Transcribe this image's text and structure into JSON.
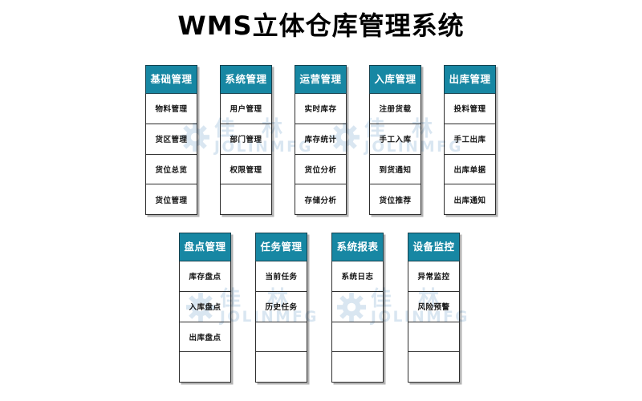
{
  "title": "WMS立体仓库管理系统",
  "watermark": {
    "cn_chars": [
      "佳",
      "林"
    ],
    "en": "JOLINMFG"
  },
  "colors": {
    "header_bg": "#1787a3",
    "header_text": "#ffffff",
    "cell_bg": "#ffffff",
    "cell_text": "#141414",
    "border": "#2e2e2e",
    "shadow": "#b3b3b3",
    "watermark": "#d9e6f1",
    "title_text": "#000000"
  },
  "rows": [
    {
      "groups": [
        {
          "header": "基础管理",
          "cells": [
            "物料管理",
            "货区管理",
            "货位总览",
            "货位管理"
          ]
        },
        {
          "header": "系统管理",
          "cells": [
            "用户管理",
            "部门管理",
            "权限管理",
            ""
          ]
        },
        {
          "header": "运营管理",
          "cells": [
            "实时库存",
            "库存统计",
            "货位分析",
            "存储分析"
          ]
        },
        {
          "header": "入库管理",
          "cells": [
            "注册货载",
            "手工入库",
            "到货通知",
            "货位推荐"
          ]
        },
        {
          "header": "出库管理",
          "cells": [
            "投料管理",
            "手工出库",
            "出库单据",
            "出库通知"
          ]
        }
      ]
    },
    {
      "groups": [
        {
          "header": "盘点管理",
          "cells": [
            "库存盘点",
            "入库盘点",
            "出库盘点",
            ""
          ]
        },
        {
          "header": "任务管理",
          "cells": [
            "当前任务",
            "历史任务",
            "",
            ""
          ]
        },
        {
          "header": "系统报表",
          "cells": [
            "系统日志",
            "",
            "",
            ""
          ]
        },
        {
          "header": "设备监控",
          "cells": [
            "异常监控",
            "风险预警",
            "",
            ""
          ]
        }
      ]
    }
  ]
}
